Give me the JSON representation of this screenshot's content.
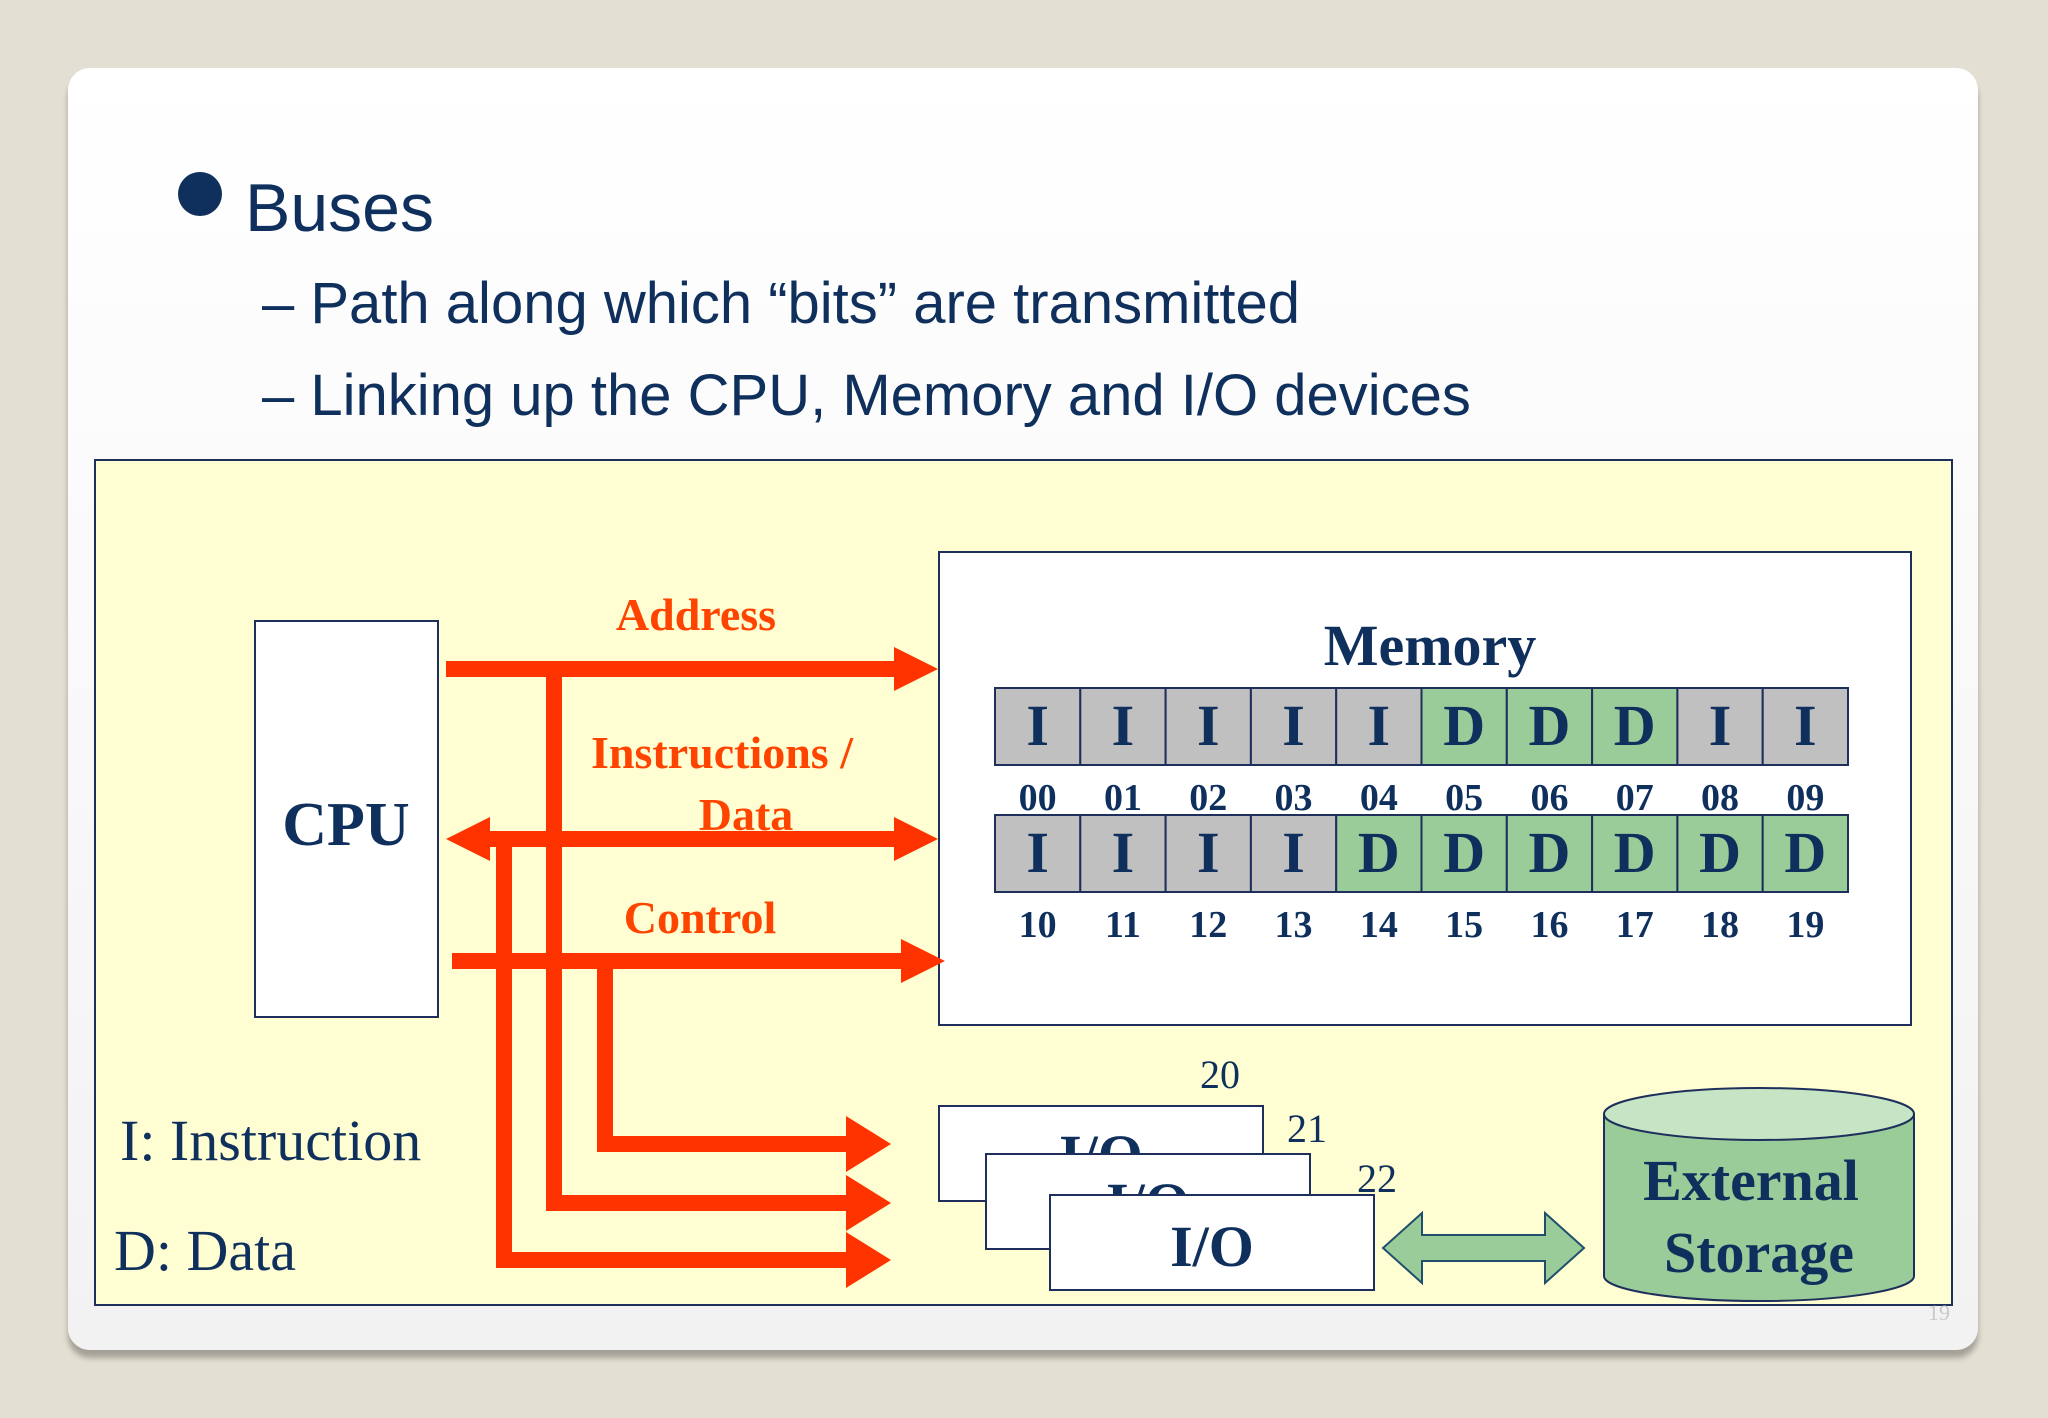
{
  "slide": {
    "title": "Buses",
    "bullets": [
      "– Path along which “bits” are transmitted",
      "– Linking up the CPU, Memory and I/O devices"
    ],
    "page_number": "19"
  },
  "diagram": {
    "cpu_label": "CPU",
    "bus_labels": {
      "address": "Address",
      "instructions_line1": "Instructions /",
      "instructions_line2": "Data",
      "control": "Control"
    },
    "memory_title": "Memory",
    "memory_rows": [
      {
        "cells": [
          "I",
          "I",
          "I",
          "I",
          "I",
          "D",
          "D",
          "D",
          "I",
          "I"
        ],
        "addresses": [
          "00",
          "01",
          "02",
          "03",
          "04",
          "05",
          "06",
          "07",
          "08",
          "09"
        ]
      },
      {
        "cells": [
          "I",
          "I",
          "I",
          "I",
          "D",
          "D",
          "D",
          "D",
          "D",
          "D"
        ],
        "addresses": [
          "10",
          "11",
          "12",
          "13",
          "14",
          "15",
          "16",
          "17",
          "18",
          "19"
        ]
      }
    ],
    "io_devices": [
      {
        "label": "I/O",
        "address": "20"
      },
      {
        "label": "I/O",
        "address": "21"
      },
      {
        "label": "I/O",
        "address": "22"
      }
    ],
    "external_storage": [
      "External",
      "Storage"
    ],
    "legend": [
      "I: Instruction",
      "D: Data"
    ],
    "colors": {
      "bus": "#ff3300",
      "bus_label": "#ff4400",
      "text_dark": "#0f2f5c",
      "instruction_cell": "#c0c0c0",
      "data_cell": "#99cc99",
      "storage": "#99cc99",
      "diagram_bg": "#fefed2"
    }
  }
}
